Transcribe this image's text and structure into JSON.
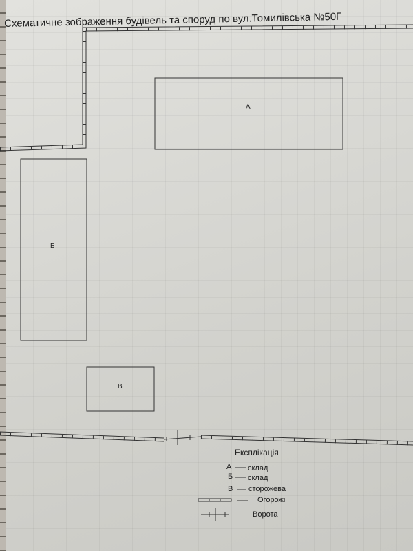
{
  "title": "Схематичне зображення будівель та споруд по вул.Томилівська №50Г",
  "buildings": [
    {
      "id": "А"
    },
    {
      "id": "Б"
    },
    {
      "id": "В"
    }
  ],
  "legend": {
    "title": "Експлікація",
    "items": [
      {
        "symbol": "А",
        "label": "склад"
      },
      {
        "symbol": "Б",
        "label": "склад"
      },
      {
        "symbol": "В",
        "label": "сторожева"
      },
      {
        "symbol": "fence",
        "label": "Огорожі"
      },
      {
        "symbol": "gate",
        "label": "Ворота"
      }
    ]
  }
}
